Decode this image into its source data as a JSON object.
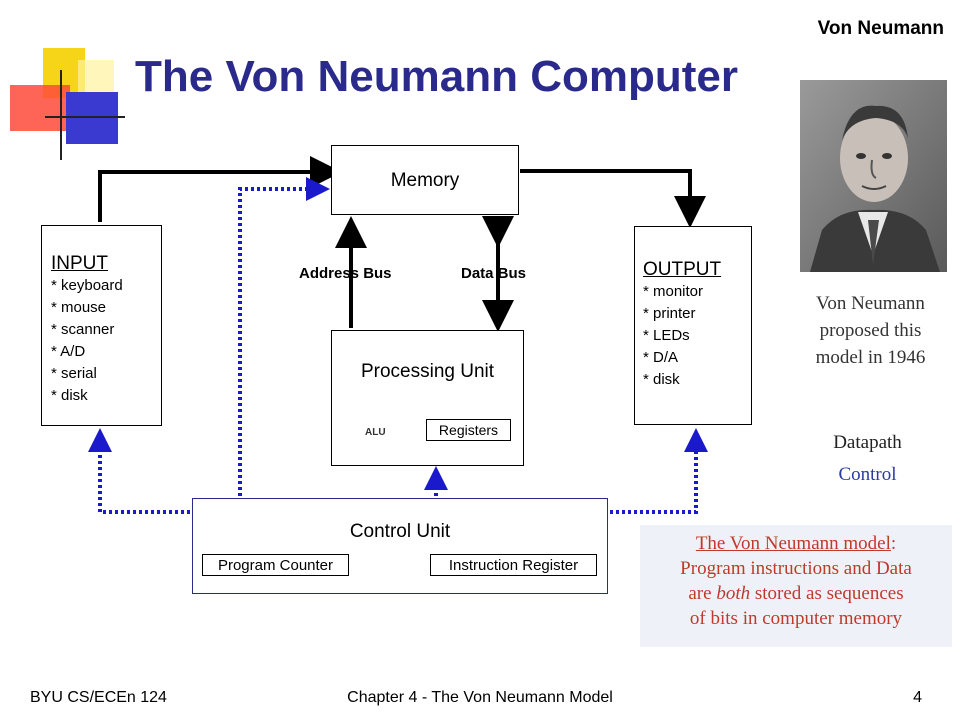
{
  "header": {
    "title": "The Von Neumann Computer",
    "corner_label": "Von Neumann"
  },
  "diagram": {
    "memory": "Memory",
    "input": {
      "title": "INPUT",
      "items": [
        "* keyboard",
        "* mouse",
        "* scanner",
        "* A/D",
        "* serial",
        "* disk"
      ]
    },
    "output": {
      "title": "OUTPUT",
      "items": [
        "* monitor",
        "* printer",
        "* LEDs",
        "* D/A",
        "* disk"
      ]
    },
    "address_bus": "Address Bus",
    "data_bus": "Data Bus",
    "processing_unit": "Processing Unit",
    "alu": "ALU",
    "registers": "Registers",
    "control_unit": "Control Unit",
    "program_counter": "Program Counter",
    "instruction_register": "Instruction Register"
  },
  "sidebar": {
    "caption_lines": [
      "Von Neumann",
      "proposed this",
      "model in 1946"
    ],
    "datapath": "Datapath",
    "control": "Control"
  },
  "note": {
    "heading": "The Von Neumann model",
    "colon": ":",
    "line1": "Program instructions and Data",
    "line2_pre": "are ",
    "line2_em": "both",
    "line2_post": " stored as sequences",
    "line3": "of bits in computer memory"
  },
  "footer": {
    "left": "BYU CS/ECEn 124",
    "center": "Chapter 4 - The Von Neumann Model",
    "page": "4"
  },
  "colors": {
    "title": "#2a2a8c",
    "control_lines": "#1a1acc",
    "note_text": "#c0392b",
    "note_bg": "#eef2f8"
  }
}
